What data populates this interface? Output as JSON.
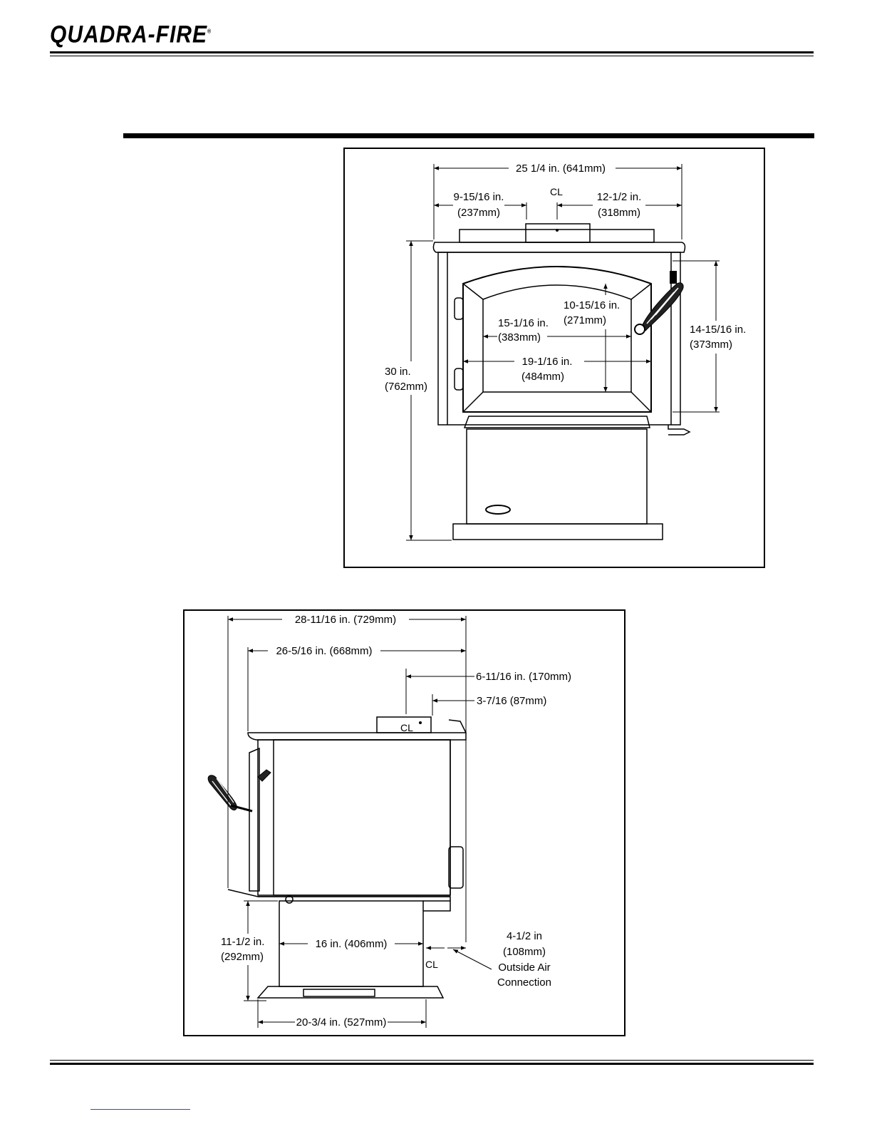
{
  "brand": {
    "name": "QUADRA-FIRE",
    "reg_mark": "®"
  },
  "front_view": {
    "overall_width": "25 1/4 in. (641mm)",
    "left_to_flue_in": "9-15/16 in.",
    "left_to_flue_mm": "(237mm)",
    "flue_to_right_in": "12-1/2 in.",
    "flue_to_right_mm": "(318mm)",
    "centerline": "CL",
    "overall_height_in": "30 in.",
    "overall_height_mm": "(762mm)",
    "glass_height_in": "10-15/16 in.",
    "glass_height_mm": "(271mm)",
    "glass_width_in": "15-1/16 in.",
    "glass_width_mm": "(383mm)",
    "door_width_in": "19-1/16 in.",
    "door_width_mm": "(484mm)",
    "door_height_in": "14-15/16 in.",
    "door_height_mm": "(373mm)"
  },
  "side_view": {
    "overall_depth": "28-11/16 in. (729mm)",
    "body_depth": "26-5/16 in. (668mm)",
    "back_to_flue_center": "6-11/16 in. (170mm)",
    "back_to_flue_edge": "3-7/16 (87mm)",
    "centerline": "CL",
    "floor_to_bottom_in": "11-1/2 in.",
    "floor_to_bottom_mm": "(292mm)",
    "pedestal_width": "16 in. (406mm)",
    "outside_air_in": "4-1/2 in",
    "outside_air_mm": "(108mm)",
    "outside_air_label_1": "Outside Air",
    "outside_air_label_2": "Connection",
    "base_width": "20-3/4 in. (527mm)"
  }
}
